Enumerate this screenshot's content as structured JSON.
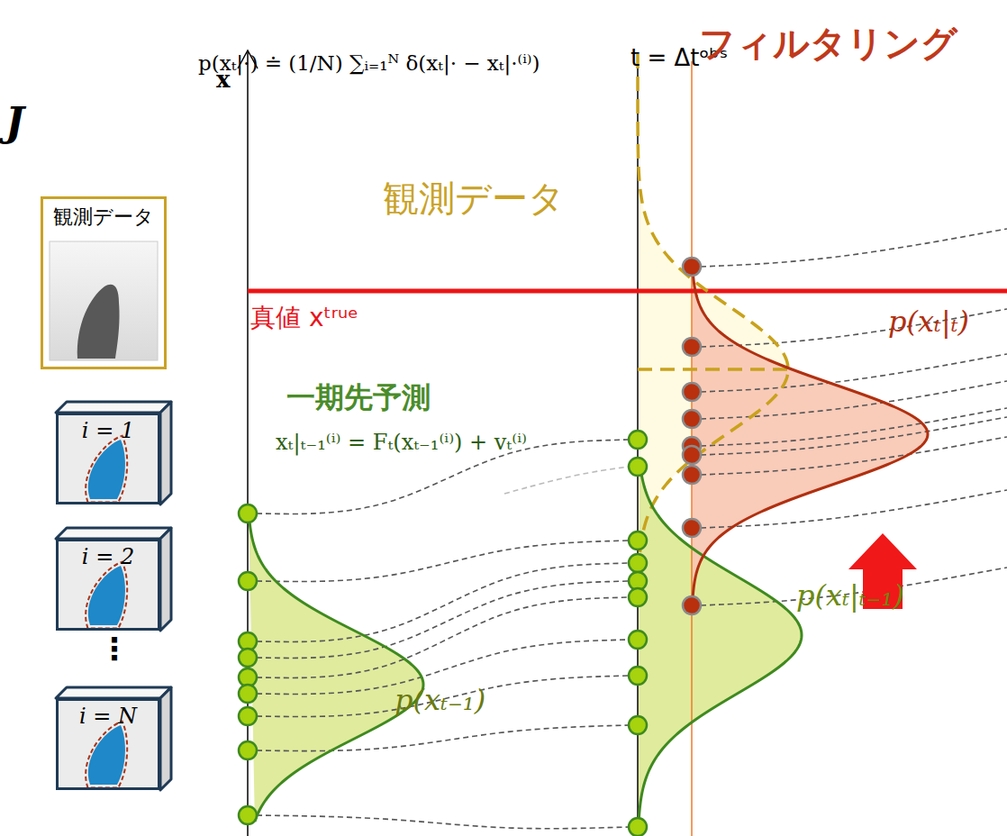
{
  "diagram": {
    "nodes": [
      {
        "text": [
          "観測データ"
        ]
      },
      {
        "text": [
          "i = 1"
        ]
      },
      {
        "text": [
          "i = 2"
        ]
      },
      {
        "text": [
          "i = N"
        ]
      }
    ],
    "labels": [
      "J",
      "p(xₜ|·) ≐ (1/N) ∑ᵢ₌₁ᴺ δ(xₜ|· − xₜ|·⁽ⁱ⁾)",
      "t = Δtᵒᵇˢ",
      "x",
      "観測データ",
      "フィルタリング",
      "真値 xᵗʳᵘᵉ",
      "一期先予測",
      "xₜ|ₜ₋₁⁽ⁱ⁾ = Fₜ(xₜ₋₁⁽ⁱ⁾) + vₜ⁽ⁱ⁾",
      "p(xₜ|ₜ)",
      "p(xₜ|ₜ₋₁)",
      "p(xₜ₋₁)",
      "⋮"
    ]
  }
}
